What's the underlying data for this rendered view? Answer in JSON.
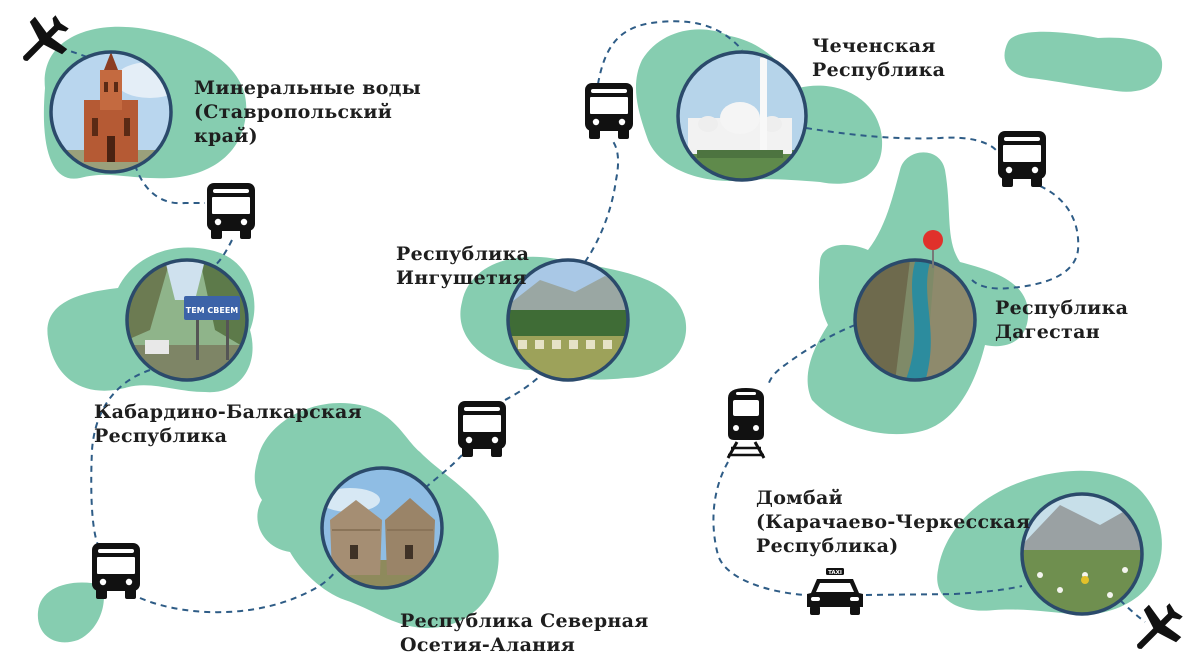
{
  "map": {
    "colors": {
      "land": "#86cdb0",
      "route": "#2e5c86",
      "photo_ring": "#2b4a6b",
      "icon": "#111111",
      "pin": "#e0312b",
      "background": "#ffffff"
    },
    "stops": [
      {
        "id": "mineralnye-vody",
        "lines": [
          "Минеральные воды",
          "(Ставропольский",
          "край)"
        ],
        "photo": "church"
      },
      {
        "id": "kabardino-balkaria",
        "lines": [
          "Кабардино-Балкарская",
          "Республика"
        ],
        "photo": "gorge-road"
      },
      {
        "id": "north-ossetia",
        "lines": [
          "Республика Северная",
          "Осетия-Алания"
        ],
        "photo": "stone-towers"
      },
      {
        "id": "ingushetia",
        "lines": [
          "Республика",
          "Ингушетия"
        ],
        "photo": "mountain-meadow"
      },
      {
        "id": "chechnya",
        "lines": [
          "Чеченская",
          "Республика"
        ],
        "photo": "mosque"
      },
      {
        "id": "dagestan",
        "lines": [
          "Республика",
          "Дагестан"
        ],
        "photo": "canyon",
        "pinned": true
      },
      {
        "id": "dombay",
        "lines": [
          "Домбай",
          "(Карачаево-Черкесская",
          "Республика)"
        ],
        "photo": "flower-slope"
      }
    ],
    "sign_text": "ТЕМ СВЕЕМ",
    "taxi_text": "TAXI",
    "transport_icons": [
      {
        "id": "airplane-start",
        "icon": "airplane-icon"
      },
      {
        "id": "bus-1",
        "icon": "bus-icon"
      },
      {
        "id": "bus-2",
        "icon": "bus-icon"
      },
      {
        "id": "bus-3",
        "icon": "bus-icon"
      },
      {
        "id": "bus-4",
        "icon": "bus-icon"
      },
      {
        "id": "bus-5",
        "icon": "bus-icon"
      },
      {
        "id": "train",
        "icon": "train-icon"
      },
      {
        "id": "taxi",
        "icon": "taxi-icon"
      },
      {
        "id": "airplane-end",
        "icon": "airplane-icon"
      }
    ]
  }
}
